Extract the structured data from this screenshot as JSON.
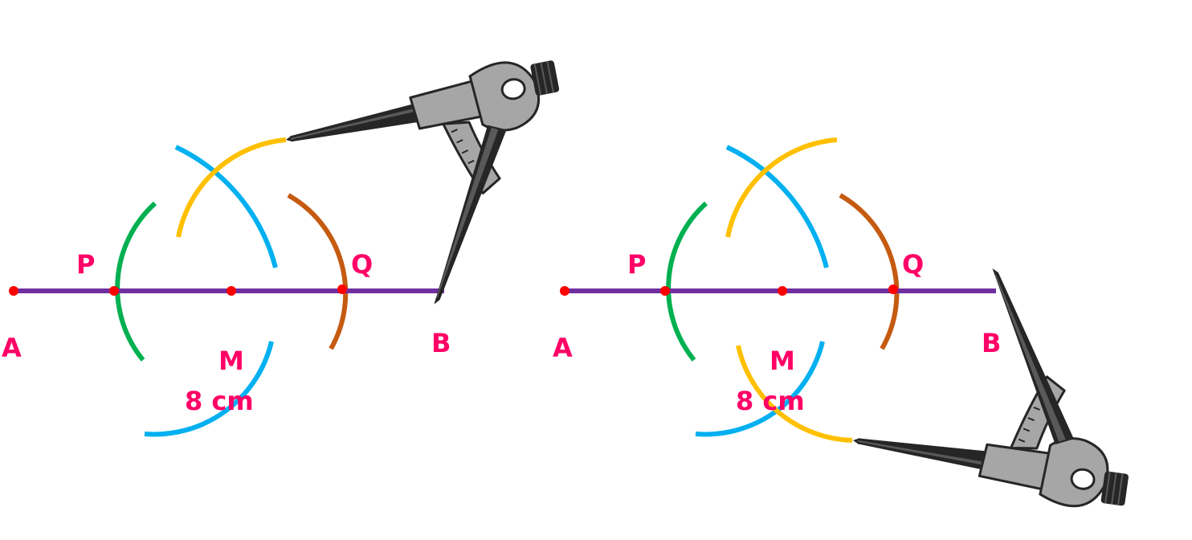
{
  "colors": {
    "line": "#7030a0",
    "point": "#ff0000",
    "label": "#ff0066",
    "arc_green": "#00b050",
    "arc_blue": "#00b0f0",
    "arc_yellow": "#ffc000",
    "arc_brown": "#c55a11",
    "compass_metal": "#a6a6a6",
    "compass_dark": "#262626"
  },
  "left_figure": {
    "labels": {
      "a": "A",
      "b": "B",
      "p": "P",
      "q": "Q",
      "m": "M",
      "length": "8 cm"
    }
  },
  "right_figure": {
    "labels": {
      "a": "A",
      "b": "B",
      "p": "P",
      "q": "Q",
      "m": "M",
      "length": "8 cm"
    }
  },
  "icons": {
    "tool": "compass-icon"
  }
}
